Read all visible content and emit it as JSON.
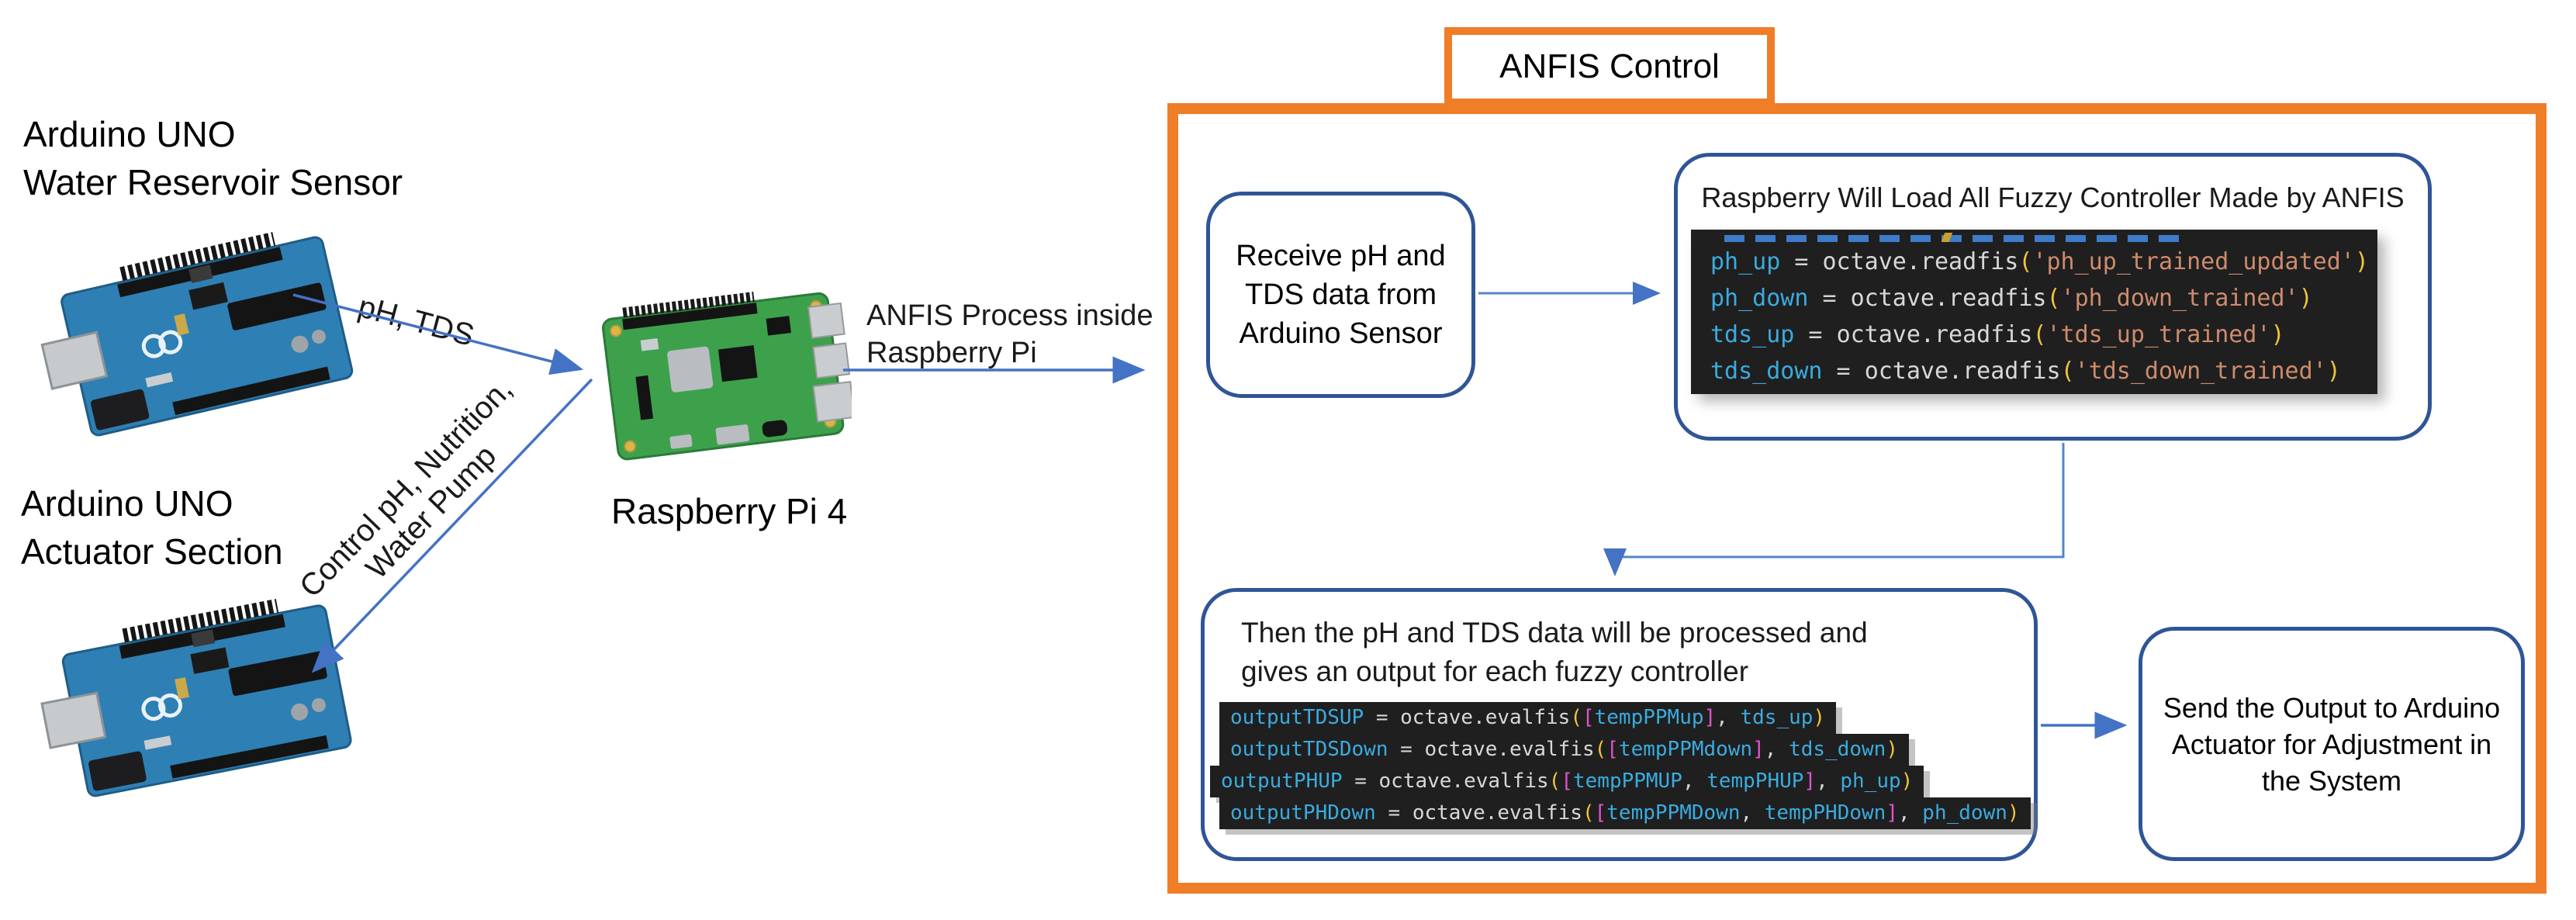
{
  "left_section": {
    "sensor_label_line1": "Arduino UNO",
    "sensor_label_line2": "Water Reservoir Sensor",
    "actuator_label_line1": "Arduino UNO",
    "actuator_label_line2": "Actuator Section",
    "rpi_label": "Raspberry Pi 4",
    "arrow_ph_tds_label": "pH, TDS",
    "arrow_control_label_line1": "Control pH, Nutrition,",
    "arrow_control_label_line2": "Water Pump",
    "anfis_arrow_label_line1": "ANFIS Process inside",
    "anfis_arrow_label_line2": "Raspberry Pi"
  },
  "anfis_panel": {
    "title": "ANFIS Control",
    "receive_box": {
      "line1": "Receive pH and",
      "line2": "TDS data from",
      "line3": "Arduino Sensor"
    },
    "load_box_title": "Raspberry Will Load All Fuzzy Controller Made by ANFIS",
    "process_box": {
      "line1": "Then the pH and TDS data will be processed and",
      "line2": "gives an output for each fuzzy controller"
    },
    "send_box": {
      "line1": "Send the Output to Arduino",
      "line2": "Actuator for Adjustment in",
      "line3": "the System"
    }
  },
  "code_readfis": {
    "lines": [
      [
        {
          "c": "v",
          "t": "ph_up"
        },
        {
          "c": "o",
          "t": " = "
        },
        {
          "c": "f",
          "t": "octave.readfis"
        },
        {
          "c": "p",
          "t": "("
        },
        {
          "c": "s",
          "t": "'ph_up_trained_updated'"
        },
        {
          "c": "p",
          "t": ")"
        }
      ],
      [
        {
          "c": "v",
          "t": "ph_down"
        },
        {
          "c": "o",
          "t": " = "
        },
        {
          "c": "f",
          "t": "octave.readfis"
        },
        {
          "c": "p",
          "t": "("
        },
        {
          "c": "s",
          "t": "'ph_down_trained'"
        },
        {
          "c": "p",
          "t": ")"
        }
      ],
      [
        {
          "c": "v",
          "t": "tds_up"
        },
        {
          "c": "o",
          "t": " = "
        },
        {
          "c": "f",
          "t": "octave.readfis"
        },
        {
          "c": "p",
          "t": "("
        },
        {
          "c": "s",
          "t": "'tds_up_trained'"
        },
        {
          "c": "p",
          "t": ")"
        }
      ],
      [
        {
          "c": "v",
          "t": "tds_down"
        },
        {
          "c": "o",
          "t": " = "
        },
        {
          "c": "f",
          "t": "octave.readfis"
        },
        {
          "c": "p",
          "t": "("
        },
        {
          "c": "s",
          "t": "'tds_down_trained'"
        },
        {
          "c": "p",
          "t": ")"
        }
      ]
    ]
  },
  "code_evalfis": {
    "lines": [
      [
        {
          "c": "v",
          "t": "outputTDSUP"
        },
        {
          "c": "o",
          "t": " = "
        },
        {
          "c": "f",
          "t": "octave.evalfis"
        },
        {
          "c": "p",
          "t": "("
        },
        {
          "c": "b",
          "t": "["
        },
        {
          "c": "v",
          "t": "tempPPMup"
        },
        {
          "c": "b",
          "t": "]"
        },
        {
          "c": "o",
          "t": ", "
        },
        {
          "c": "v",
          "t": "tds_up"
        },
        {
          "c": "p",
          "t": ")"
        }
      ],
      [
        {
          "c": "v",
          "t": "outputTDSDown"
        },
        {
          "c": "o",
          "t": " = "
        },
        {
          "c": "f",
          "t": "octave.evalfis"
        },
        {
          "c": "p",
          "t": "("
        },
        {
          "c": "b",
          "t": "["
        },
        {
          "c": "v",
          "t": "tempPPMdown"
        },
        {
          "c": "b",
          "t": "]"
        },
        {
          "c": "o",
          "t": ", "
        },
        {
          "c": "v",
          "t": "tds_down"
        },
        {
          "c": "p",
          "t": ")"
        }
      ],
      [
        {
          "c": "v",
          "t": "outputPHUP"
        },
        {
          "c": "o",
          "t": " = "
        },
        {
          "c": "f",
          "t": "octave.evalfis"
        },
        {
          "c": "p",
          "t": "("
        },
        {
          "c": "b",
          "t": "["
        },
        {
          "c": "v",
          "t": "tempPPMUP"
        },
        {
          "c": "o",
          "t": ", "
        },
        {
          "c": "v",
          "t": "tempPHUP"
        },
        {
          "c": "b",
          "t": "]"
        },
        {
          "c": "o",
          "t": ", "
        },
        {
          "c": "v",
          "t": "ph_up"
        },
        {
          "c": "p",
          "t": ")"
        }
      ],
      [
        {
          "c": "v",
          "t": "outputPHDown"
        },
        {
          "c": "o",
          "t": " = "
        },
        {
          "c": "f",
          "t": "octave.evalfis"
        },
        {
          "c": "p",
          "t": "("
        },
        {
          "c": "b",
          "t": "["
        },
        {
          "c": "v",
          "t": "tempPPMDown"
        },
        {
          "c": "o",
          "t": ", "
        },
        {
          "c": "v",
          "t": "tempPHDown"
        },
        {
          "c": "b",
          "t": "]"
        },
        {
          "c": "o",
          "t": ", "
        },
        {
          "c": "v",
          "t": "ph_down"
        },
        {
          "c": "p",
          "t": ")"
        }
      ]
    ]
  },
  "colors": {
    "accent_orange": "#F07D28",
    "box_border_blue": "#2F5597",
    "arrow_blue": "#4472C4",
    "code_bg": "#1F1F1F",
    "code_variable": "#3AABDF",
    "code_plain": "#D4D4D4",
    "code_paren": "#F0C43C",
    "code_bracket": "#DD55CC",
    "code_string": "#CE8B6D"
  }
}
